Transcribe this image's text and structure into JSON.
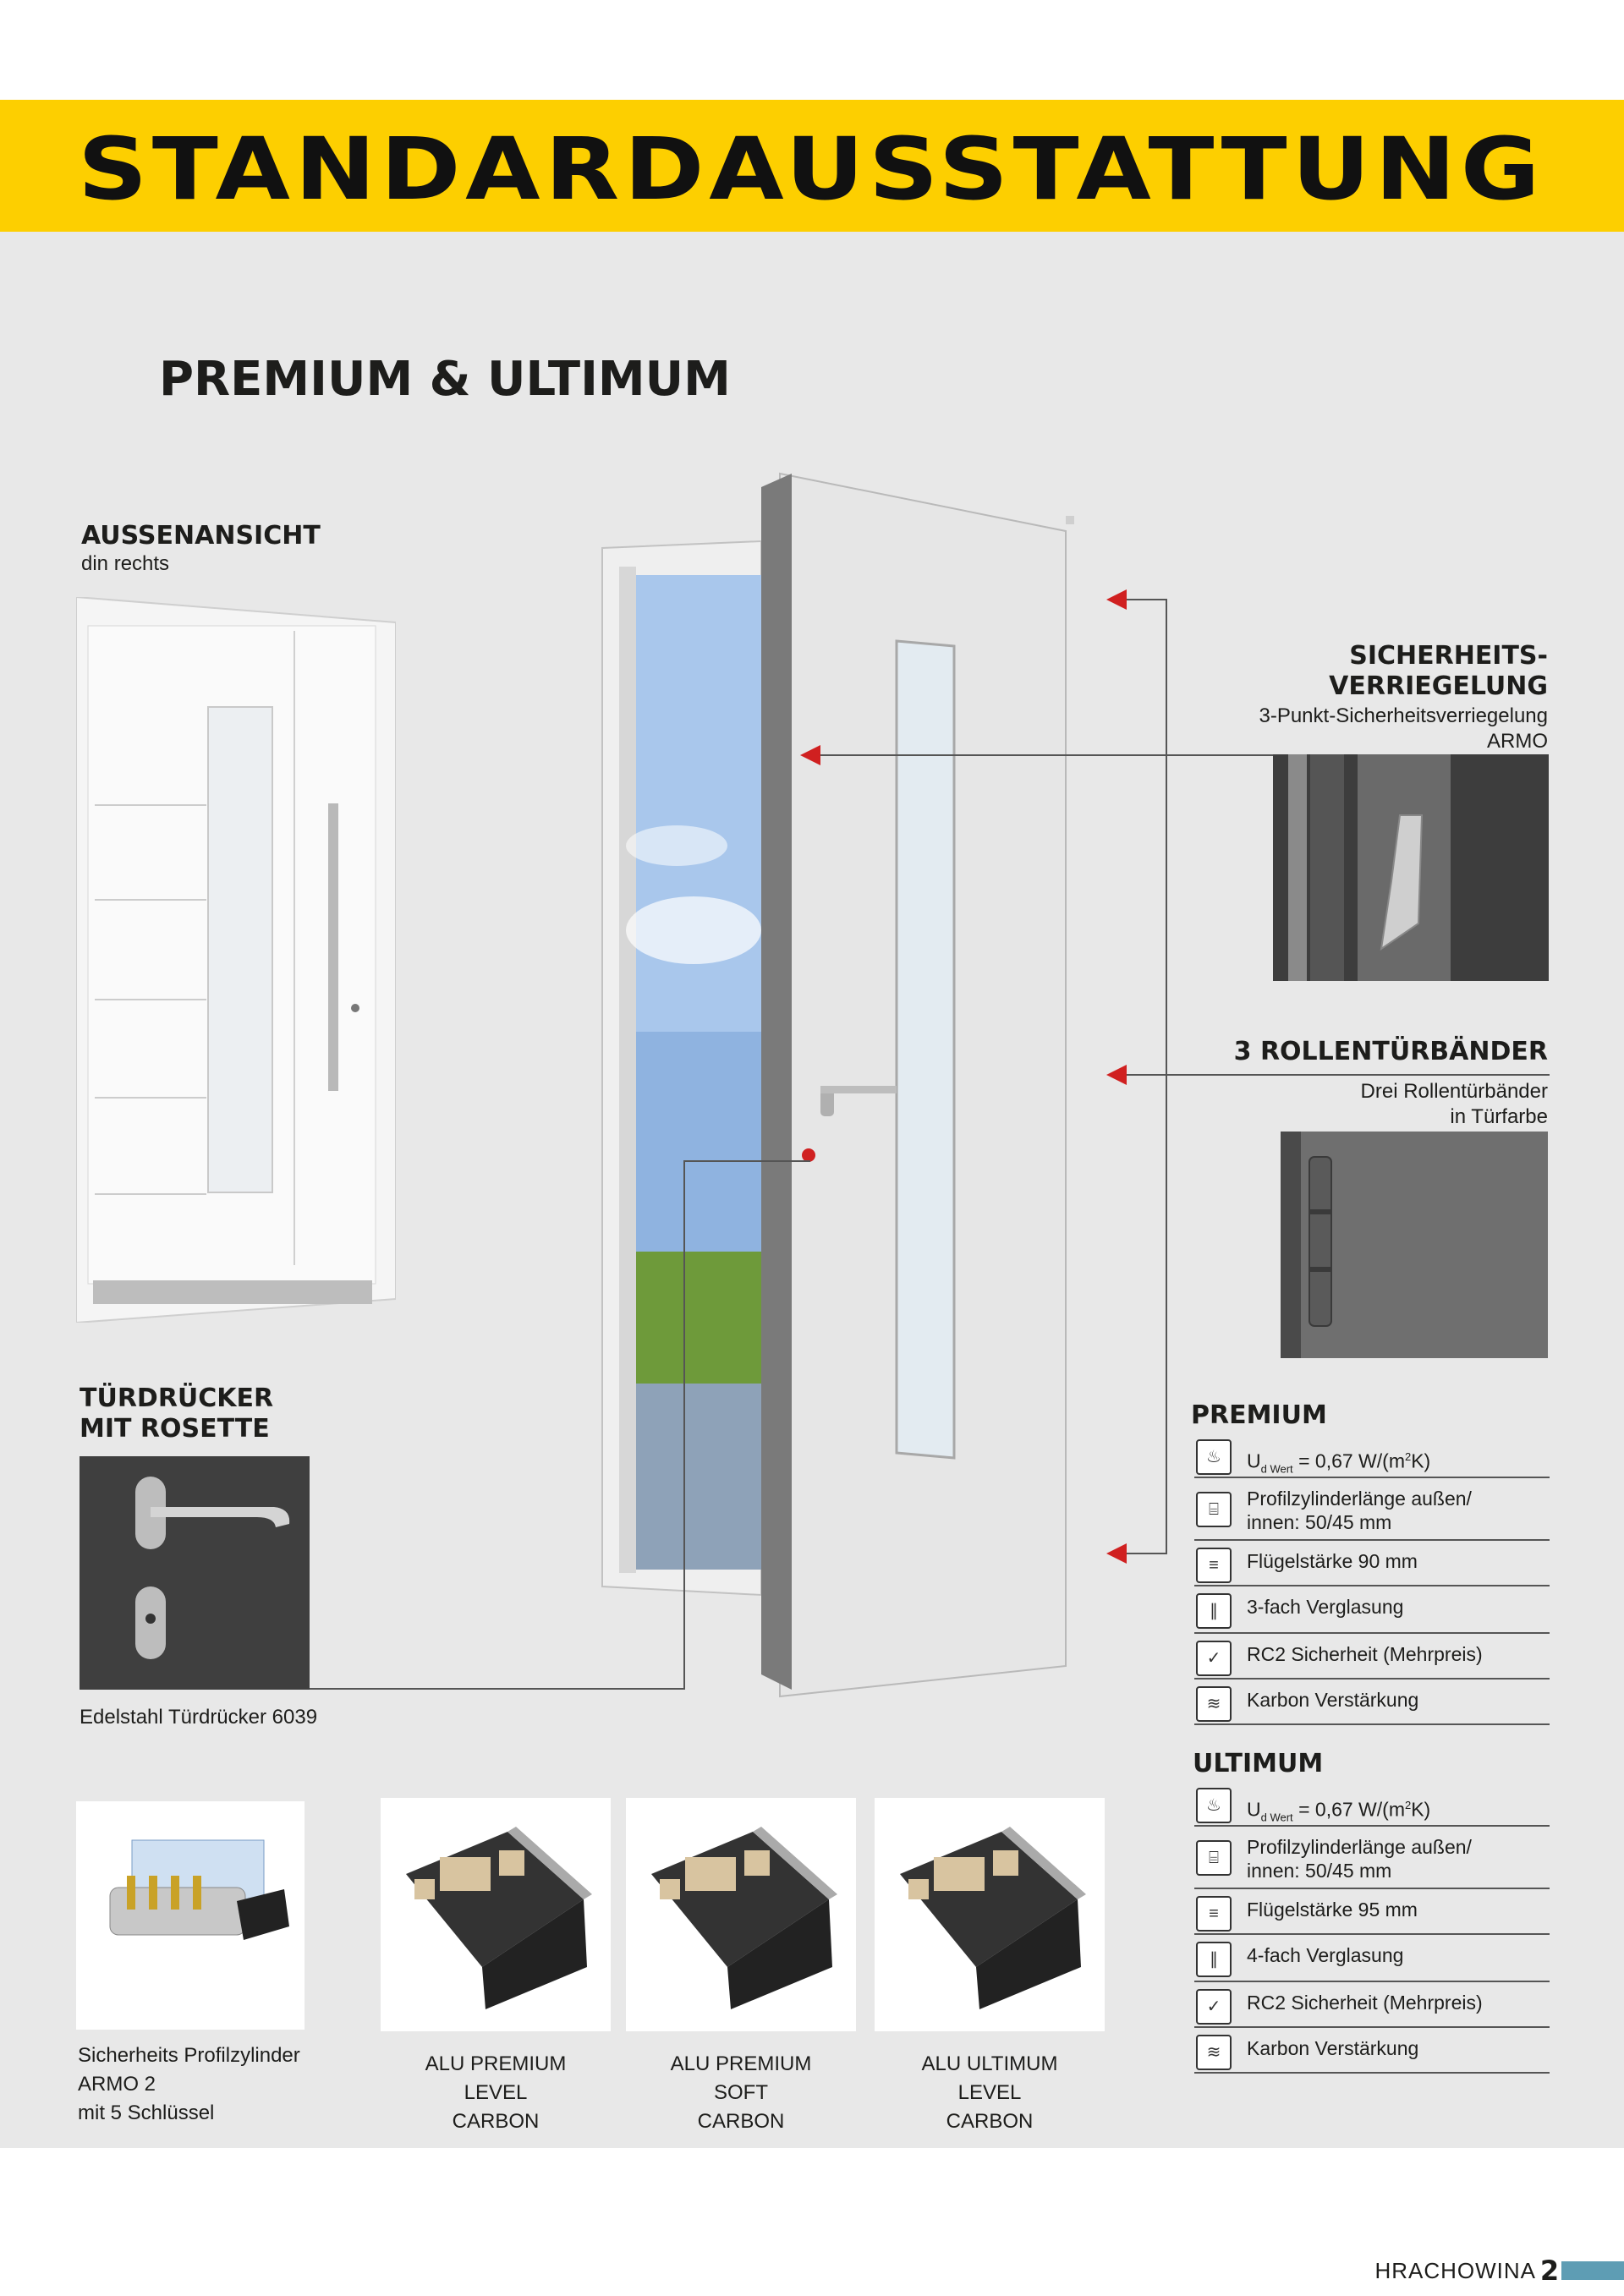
{
  "banner": {
    "title": "STANDARDAUSSTATTUNG"
  },
  "subtitle": "PREMIUM & ULTIMUM",
  "exterior": {
    "heading": "AUSSENANSICHT",
    "sub": "din rechts"
  },
  "security_lock": {
    "heading_line1": "SICHERHEITS-",
    "heading_line2": "VERRIEGELUNG",
    "sub_line1": "3-Punkt-Sicherheitsverriegelung",
    "sub_line2": "ARMO"
  },
  "hinges": {
    "heading": "3 ROLLENTÜRBÄNDER",
    "sub_line1": "Drei Rollentürbänder",
    "sub_line2": "in Türfarbe"
  },
  "handle": {
    "heading_line1": "TÜRDRÜCKER",
    "heading_line2": "MIT ROSETTE",
    "caption": "Edelstahl Türdrücker 6039"
  },
  "premium": {
    "heading": "PREMIUM",
    "u_prefix": "U",
    "u_sub": "d Wert",
    "u_value": "= 0,67 W/(m",
    "u_sup": "2",
    "u_end": "K)",
    "rows": [
      {
        "icon": "cylinder-icon",
        "line1": "Profilzylinderlänge außen/",
        "line2": "innen: 50/45 mm"
      },
      {
        "icon": "thickness-icon",
        "line1": "Flügelstärke 90 mm"
      },
      {
        "icon": "glazing-icon",
        "line1": "3-fach Verglasung"
      },
      {
        "icon": "security-icon",
        "line1": "RC2 Sicherheit (Mehrpreis)"
      },
      {
        "icon": "carbon-icon",
        "line1": "Karbon Verstärkung"
      }
    ]
  },
  "ultimum": {
    "heading": "ULTIMUM",
    "u_prefix": "U",
    "u_sub": "d Wert",
    "u_value": "= 0,67 W/(m",
    "u_sup": "2",
    "u_end": "K)",
    "rows": [
      {
        "icon": "cylinder-icon",
        "line1": "Profilzylinderlänge außen/",
        "line2": "innen: 50/45 mm"
      },
      {
        "icon": "thickness-icon",
        "line1": "Flügelstärke 95 mm"
      },
      {
        "icon": "glazing-icon",
        "line1": "4-fach Verglasung"
      },
      {
        "icon": "security-icon",
        "line1": "RC2 Sicherheit (Mehrpreis)"
      },
      {
        "icon": "carbon-icon",
        "line1": "Karbon Verstärkung"
      }
    ]
  },
  "cylinder": {
    "line1": "Sicherheits Profilzylinder",
    "line2": "ARMO 2",
    "line3": "mit 5 Schlüssel"
  },
  "profiles": [
    {
      "line1": "ALU PREMIUM",
      "line2": "LEVEL",
      "line3": "CARBON"
    },
    {
      "line1": "ALU PREMIUM",
      "line2": "SOFT",
      "line3": "CARBON"
    },
    {
      "line1": "ALU ULTIMUM",
      "line2": "LEVEL",
      "line3": "CARBON"
    }
  ],
  "footer": {
    "brand": "HRACHOWINA",
    "page": "2"
  }
}
